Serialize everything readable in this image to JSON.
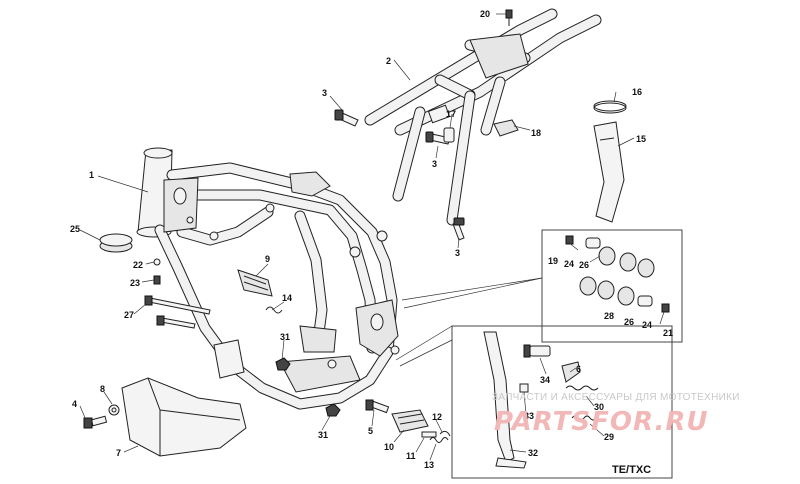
{
  "callouts": {
    "c1": "1",
    "c2": "2",
    "c3a": "3",
    "c3b": "3",
    "c3c": "3",
    "c4": "4",
    "c5": "5",
    "c6": "6",
    "c7": "7",
    "c8": "8",
    "c9": "9",
    "c10": "10",
    "c11": "11",
    "c12": "12",
    "c13": "13",
    "c14": "14",
    "c15": "15",
    "c16": "16",
    "c17": "17",
    "c18": "18",
    "c19": "19",
    "c20": "20",
    "c21": "21",
    "c22": "22",
    "c23": "23",
    "c24a": "24",
    "c24b": "24",
    "c25": "25",
    "c26a": "26",
    "c26b": "26",
    "c27": "27",
    "c28": "28",
    "c29": "29",
    "c30": "30",
    "c31a": "31",
    "c31b": "31",
    "c32": "32",
    "c33": "33",
    "c34": "34"
  },
  "inset_label": "TE/TXC",
  "watermark": {
    "line1": "ЗАПЧАСТИ И АКСЕССУАРЫ ДЛЯ МОТОТЕХНИКИ",
    "line2": "PARTSFOR.RU"
  }
}
